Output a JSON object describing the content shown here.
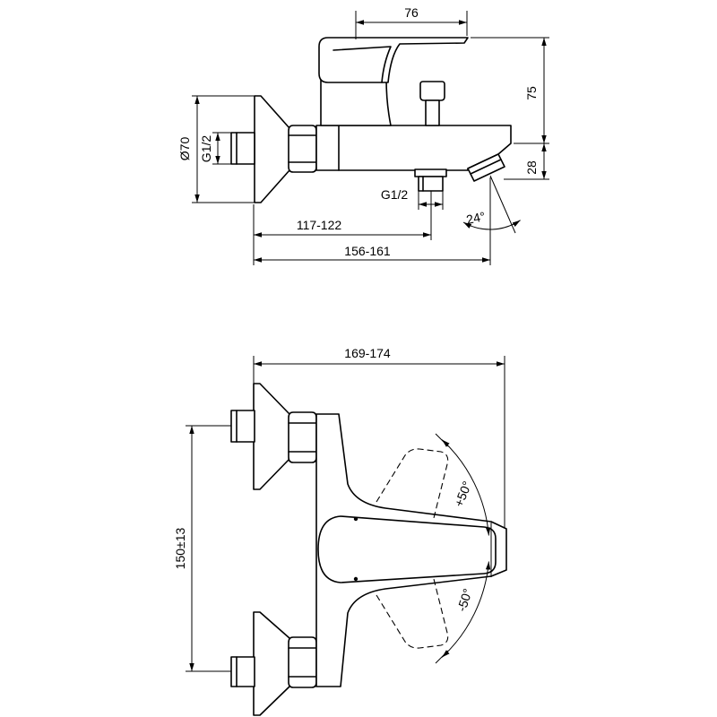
{
  "side_view": {
    "width_handle": "76",
    "height_top": "75",
    "height_outlet": "28",
    "flange_diameter": "Ø70",
    "inlet_thread": "G1/2",
    "outlet_thread": "G1/2",
    "spout_angle": "24°",
    "projection_short": "117-122",
    "projection_long": "156-161"
  },
  "front_view": {
    "overall_width": "169-174",
    "inlet_centres": "150±13",
    "lever_up": "+50°",
    "lever_down": "-50°"
  },
  "colors": {
    "line": "#000000",
    "background": "#ffffff"
  }
}
